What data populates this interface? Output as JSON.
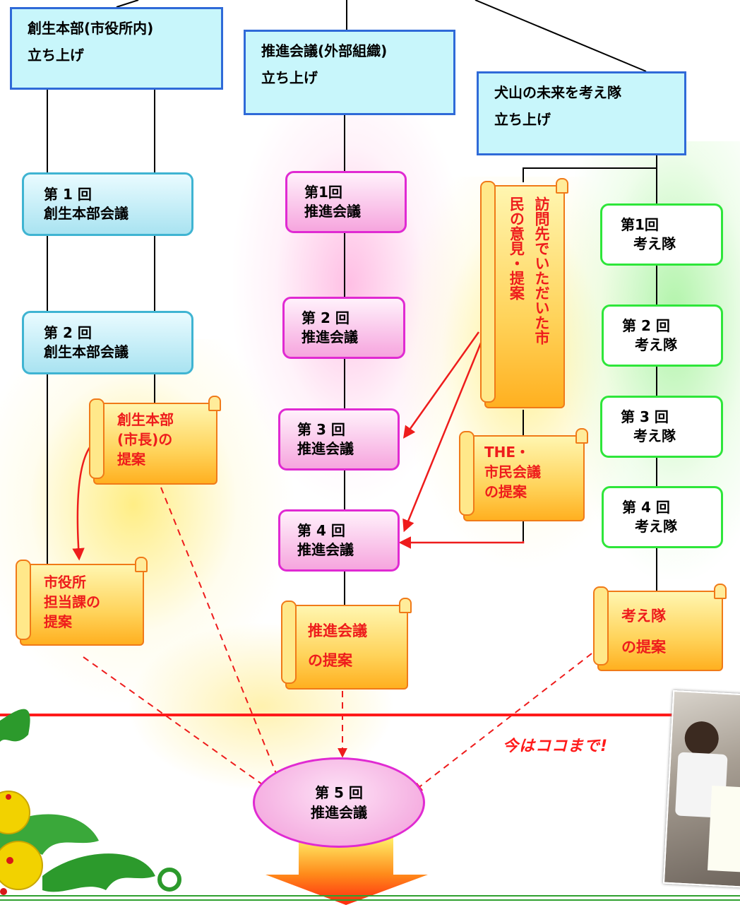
{
  "headers": {
    "honbu": {
      "line1": "創生本部(市役所内)",
      "line2": "立ち上げ"
    },
    "suishin": {
      "line1": "推進会議(外部組織)",
      "line2": "立ち上げ"
    },
    "kangaetai": {
      "line1": "犬山の未来を考え隊",
      "line2": "立ち上げ"
    }
  },
  "honbu_meetings": [
    {
      "line1": "第 1 回",
      "line2": "創生本部会議"
    },
    {
      "line1": "第 2 回",
      "line2": "創生本部会議"
    }
  ],
  "suishin_meetings": [
    {
      "line1": "第1回",
      "line2": "推進会議"
    },
    {
      "line1": "第 2 回",
      "line2": "推進会議"
    },
    {
      "line1": "第 3 回",
      "line2": "推進会議"
    },
    {
      "line1": "第 4 回",
      "line2": "推進会議"
    }
  ],
  "kangaetai_meetings": [
    {
      "line1": "第1回",
      "line2": "考え隊"
    },
    {
      "line1": "第 2 回",
      "line2": "考え隊"
    },
    {
      "line1": "第 3 回",
      "line2": "考え隊"
    },
    {
      "line1": "第 4 回",
      "line2": "考え隊"
    }
  ],
  "proposals": {
    "honbu": {
      "line1": "創生本部",
      "line2": "(市長)の",
      "line3": "提案"
    },
    "shiyakusho": {
      "line1": "市役所",
      "line2": "担当課の",
      "line3": "提案"
    },
    "suishin": {
      "line1": "推進会議",
      "line2": "の提案"
    },
    "kangaetai": {
      "line1": "考え隊",
      "line2": "の提案"
    },
    "the_shimin": {
      "line1": "THE・",
      "line2": "市民会議",
      "line3": "の提案"
    },
    "houmon": {
      "col1": "訪問先でいただいた市",
      "col2": "民の意見・提案"
    }
  },
  "final_meeting": {
    "line1": "第 5 回",
    "line2": "推進会議"
  },
  "status": {
    "now_label": "今はココまで!"
  },
  "colors": {
    "header_fill": "#c8f6fb",
    "header_border": "#2f6ad8",
    "honbu_border": "#3fb4d2",
    "suishin_border": "#e02ad2",
    "kangaetai_border": "#2ee63a",
    "proposal_text": "#ee1c1c",
    "arrow": "#ee1c1c",
    "progress_line": "#ff1a1a"
  }
}
